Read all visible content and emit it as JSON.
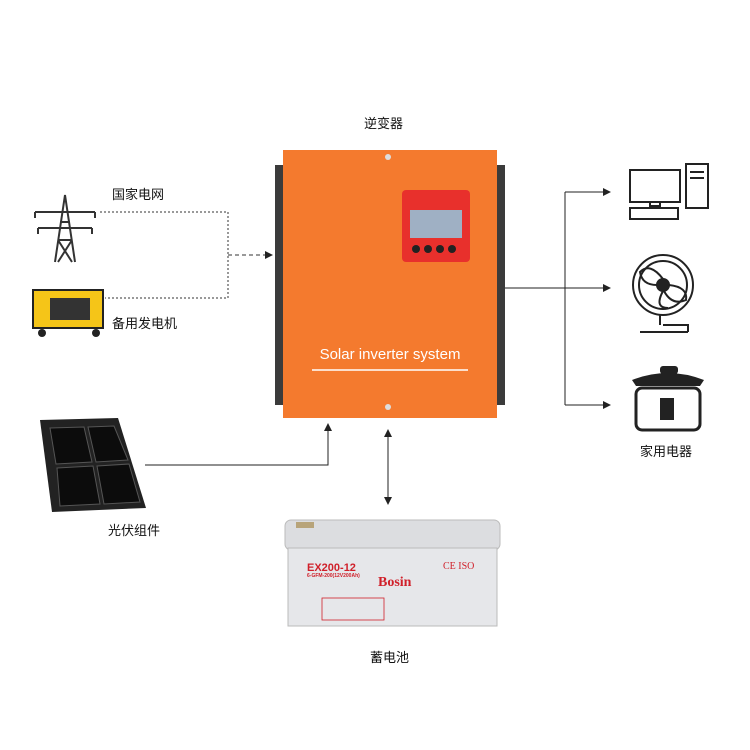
{
  "labels": {
    "inverter": "逆变器",
    "grid": "国家电网",
    "generator": "备用发电机",
    "solar": "光伏组件",
    "battery": "蓄电池",
    "appliances": "家用电器"
  },
  "inverter": {
    "title": "Solar inverter system",
    "color": "#f47a2e"
  },
  "battery": {
    "model": "EX200-12",
    "spec": "6-GFM-200(12V200Ah)",
    "brand": "Bosin",
    "cert": "CE ISO"
  },
  "icons": [
    "power-tower-icon",
    "generator-icon",
    "solar-panel-icon",
    "computer-icon",
    "fan-icon",
    "rice-cooker-icon"
  ]
}
